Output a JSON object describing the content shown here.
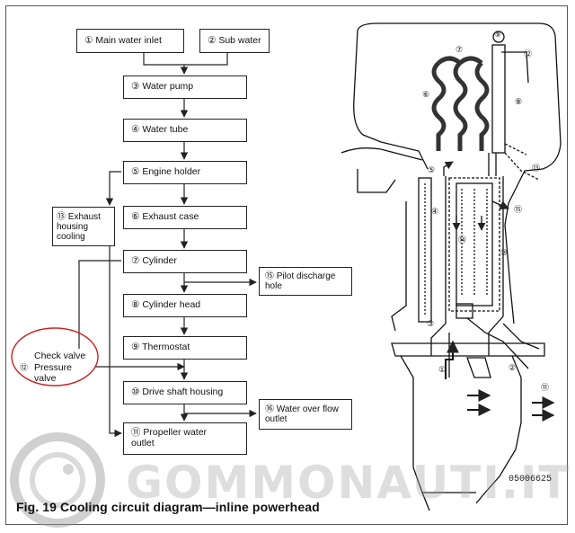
{
  "flow_boxes": {
    "main_water_inlet": "① Main water inlet",
    "sub_water": "② Sub water",
    "water_pump": "③ Water pump",
    "water_tube": "④ Water tube",
    "engine_holder": "⑤ Engine holder",
    "exhaust_case": "⑥ Exhaust case",
    "cylinder": "⑦ Cylinder",
    "cylinder_head": "⑧ Cylinder head",
    "thermostat": "⑨ Thermostat",
    "drive_shaft_housing": "⑩ Drive shaft housing",
    "propeller_water_outlet": "⑪ Propeller water outlet",
    "exhaust_housing_cooling": "⑬ Exhaust housing cooling",
    "pilot_discharge_hole": "⑮ Pilot discharge hole",
    "water_over_flow_outlet": "⑯ Water over flow outlet",
    "check_valve": "Check valve",
    "pressure_valve_number": "⑫",
    "pressure_valve": "Pressure valve"
  },
  "engine_callouts": [
    "⑦",
    "⑨",
    "⑫",
    "⑥",
    "⑧",
    "⑬",
    "⑤",
    "④",
    "⑮",
    "⑭",
    "⑩",
    "③",
    "②",
    "①",
    "⑪"
  ],
  "caption": "Fig. 19 Cooling circuit diagram—inline powerhead",
  "figure_code": "05006625",
  "watermark": "GOMMONAUTI.IT",
  "colors": {
    "line": "#222222",
    "highlight_circle": "#cc2222",
    "watermark": "#a0a0a0"
  }
}
